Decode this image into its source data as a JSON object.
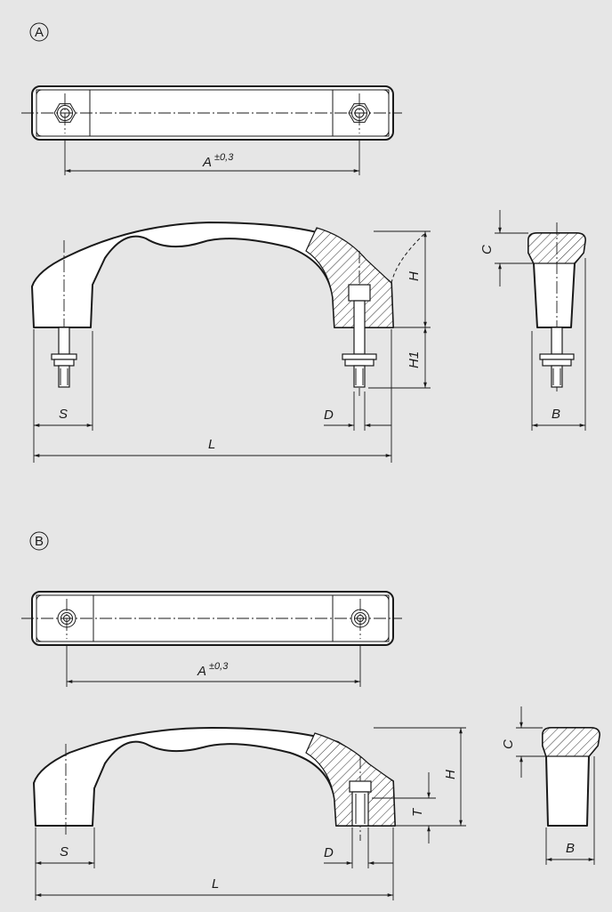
{
  "variants": {
    "a": {
      "marker": "A"
    },
    "b": {
      "marker": "B"
    }
  },
  "dimensions": {
    "A": "A",
    "tolerance": "±0,3",
    "H": "H",
    "H1": "H1",
    "C": "C",
    "S": "S",
    "D": "D",
    "L": "L",
    "B": "B",
    "T": "T"
  }
}
